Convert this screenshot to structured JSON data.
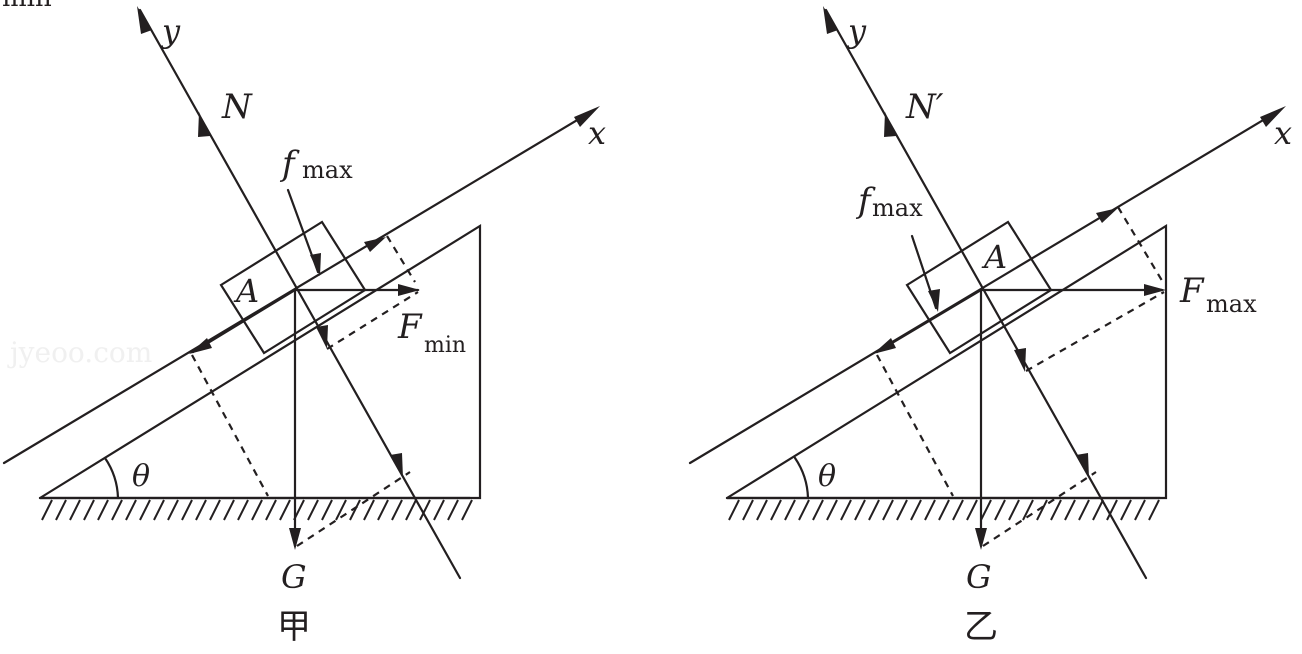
{
  "left": {
    "axis_y": "y",
    "axis_x": "x",
    "normal": "N",
    "friction_letter": "f",
    "friction_sub": "max",
    "block": "A",
    "force_letter": "F",
    "force_sub": "min",
    "angle": "θ",
    "gravity": "G",
    "caption": "甲"
  },
  "right": {
    "axis_y": "y",
    "axis_x": "x",
    "normal": "N′",
    "friction_letter": "f",
    "friction_sub": "max",
    "block": "A",
    "force_letter": "F",
    "force_sub": "max",
    "angle": "θ",
    "gravity": "G",
    "caption": "乙"
  },
  "corner_fragment": "min",
  "watermark": "jyeoo.com"
}
